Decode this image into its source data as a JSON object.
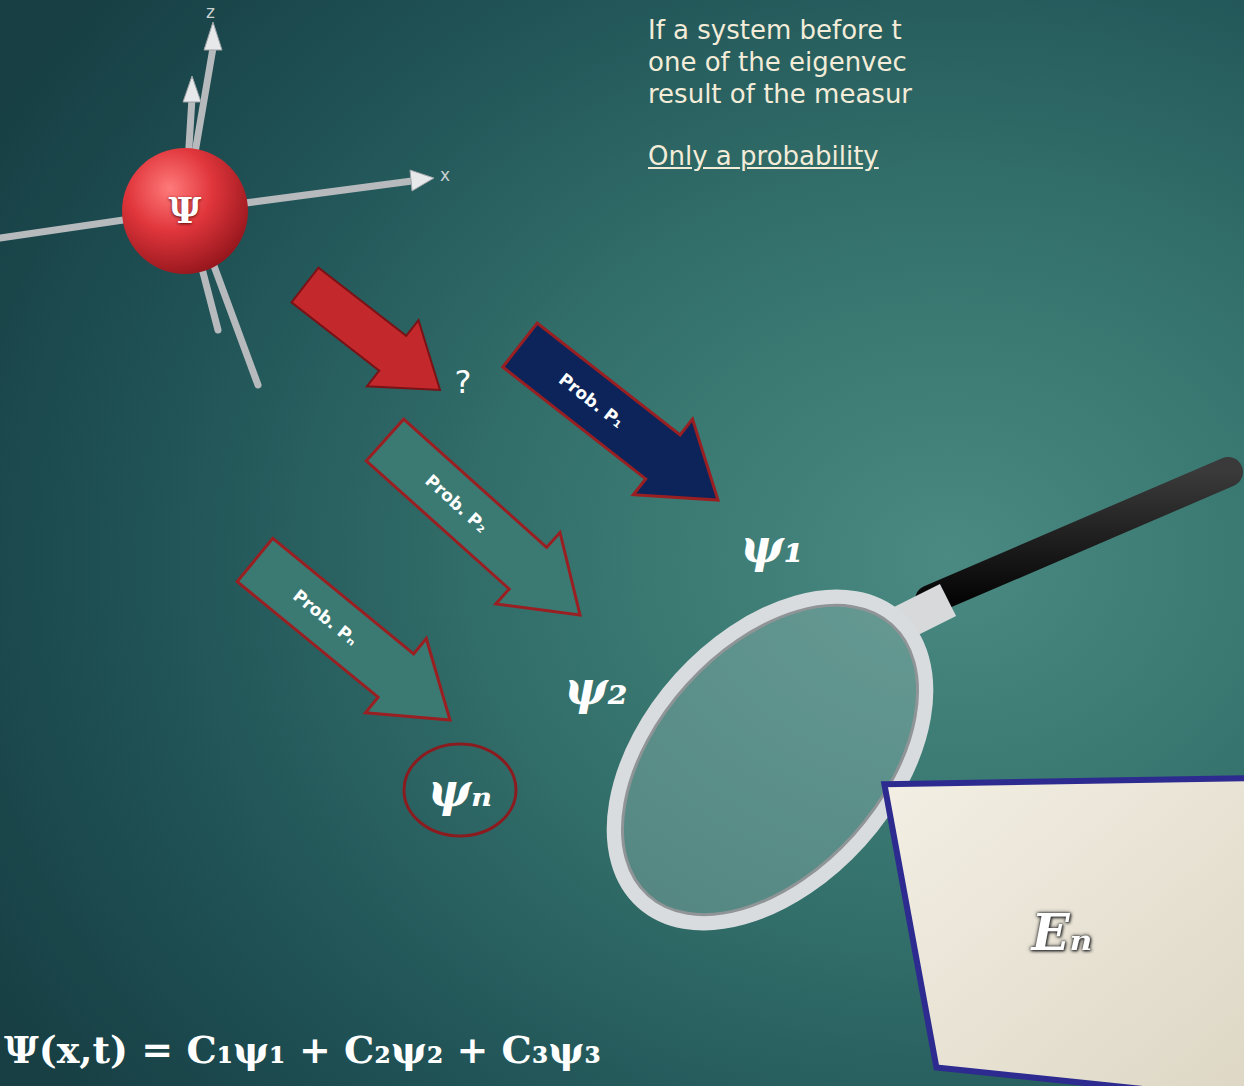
{
  "diagram": {
    "nodes": [
      {
        "text": [
          "Ψ"
        ]
      },
      {
        "text": [
          "ψₙ"
        ]
      },
      {
        "text": [
          "Eₙ"
        ]
      }
    ],
    "labels": [
      "z",
      "x",
      "If a system before t",
      "one of the eigenvec",
      "result of the measur",
      "Only a probability",
      "?",
      "Prob. P₁",
      "ψ₁",
      "Prob. P₂",
      "ψ₂",
      "Prob. Pₙ",
      "Ψ(x,t) = C₁ψ₁ + C₂ψ₂ + C₃ψ₃"
    ]
  }
}
